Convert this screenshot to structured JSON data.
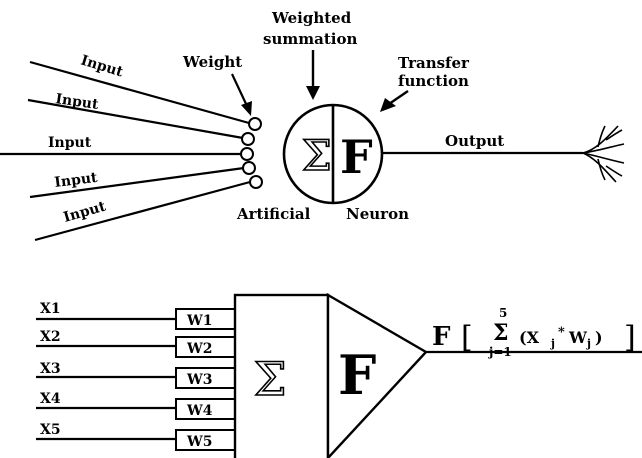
{
  "top_diagram": {
    "input_labels": [
      "Input",
      "Input",
      "Input",
      "Input",
      "Input"
    ],
    "weight_label": "Weight",
    "weighted_summation_line1": "Weighted",
    "weighted_summation_line2": "summation",
    "transfer_function_line1": "Transfer",
    "transfer_function_line2": "function",
    "output_label": "Output",
    "neuron_caption_1": "Artificial",
    "neuron_caption_2": "Neuron",
    "sigma_symbol": "Σ",
    "function_symbol": "F"
  },
  "bottom_diagram": {
    "inputs": [
      "X1",
      "X2",
      "X3",
      "X4",
      "X5"
    ],
    "weights": [
      "W1",
      "W2",
      "W3",
      "W4",
      "W5"
    ],
    "sigma_symbol": "Σ",
    "function_symbol": "F",
    "formula": {
      "F": "F",
      "open_bracket": "[",
      "sigma": "Σ",
      "upper_limit": "5",
      "lower_limit": "j=1",
      "term_open": "(X",
      "sub_j1": "j",
      "star": "*",
      "w": "W",
      "sub_j2": "j",
      "term_close": ")",
      "close_bracket": "]"
    }
  }
}
